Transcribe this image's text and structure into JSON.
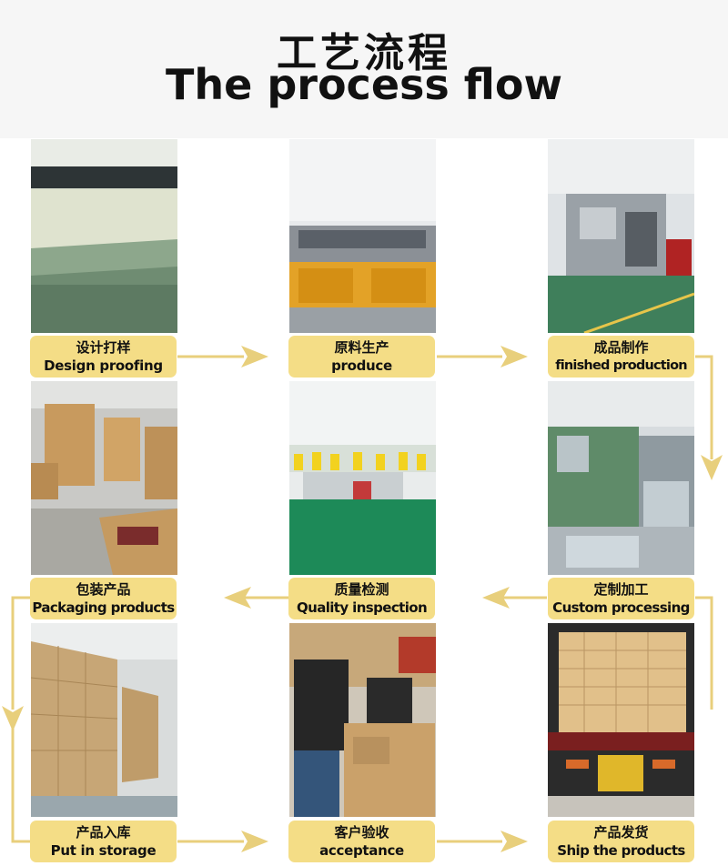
{
  "title": {
    "cn": "工艺流程",
    "en": "The process flow"
  },
  "steps": [
    {
      "cn": "设计打样",
      "en": "Design proofing"
    },
    {
      "cn": "原料生产",
      "en": "produce"
    },
    {
      "cn": "成品制作",
      "en": "finished production"
    },
    {
      "cn": "包装产品",
      "en": "Packaging products"
    },
    {
      "cn": "质量检测",
      "en": "Quality inspection"
    },
    {
      "cn": "定制加工",
      "en": "Custom processing"
    },
    {
      "cn": "产品入库",
      "en": "Put in storage"
    },
    {
      "cn": "客户验收",
      "en": "acceptance"
    },
    {
      "cn": "产品发货",
      "en": "Ship the products"
    }
  ],
  "colors": {
    "label_bg": "#f4dd86",
    "arrow": "#e8cf7c",
    "header_bg": "#f6f6f6"
  }
}
